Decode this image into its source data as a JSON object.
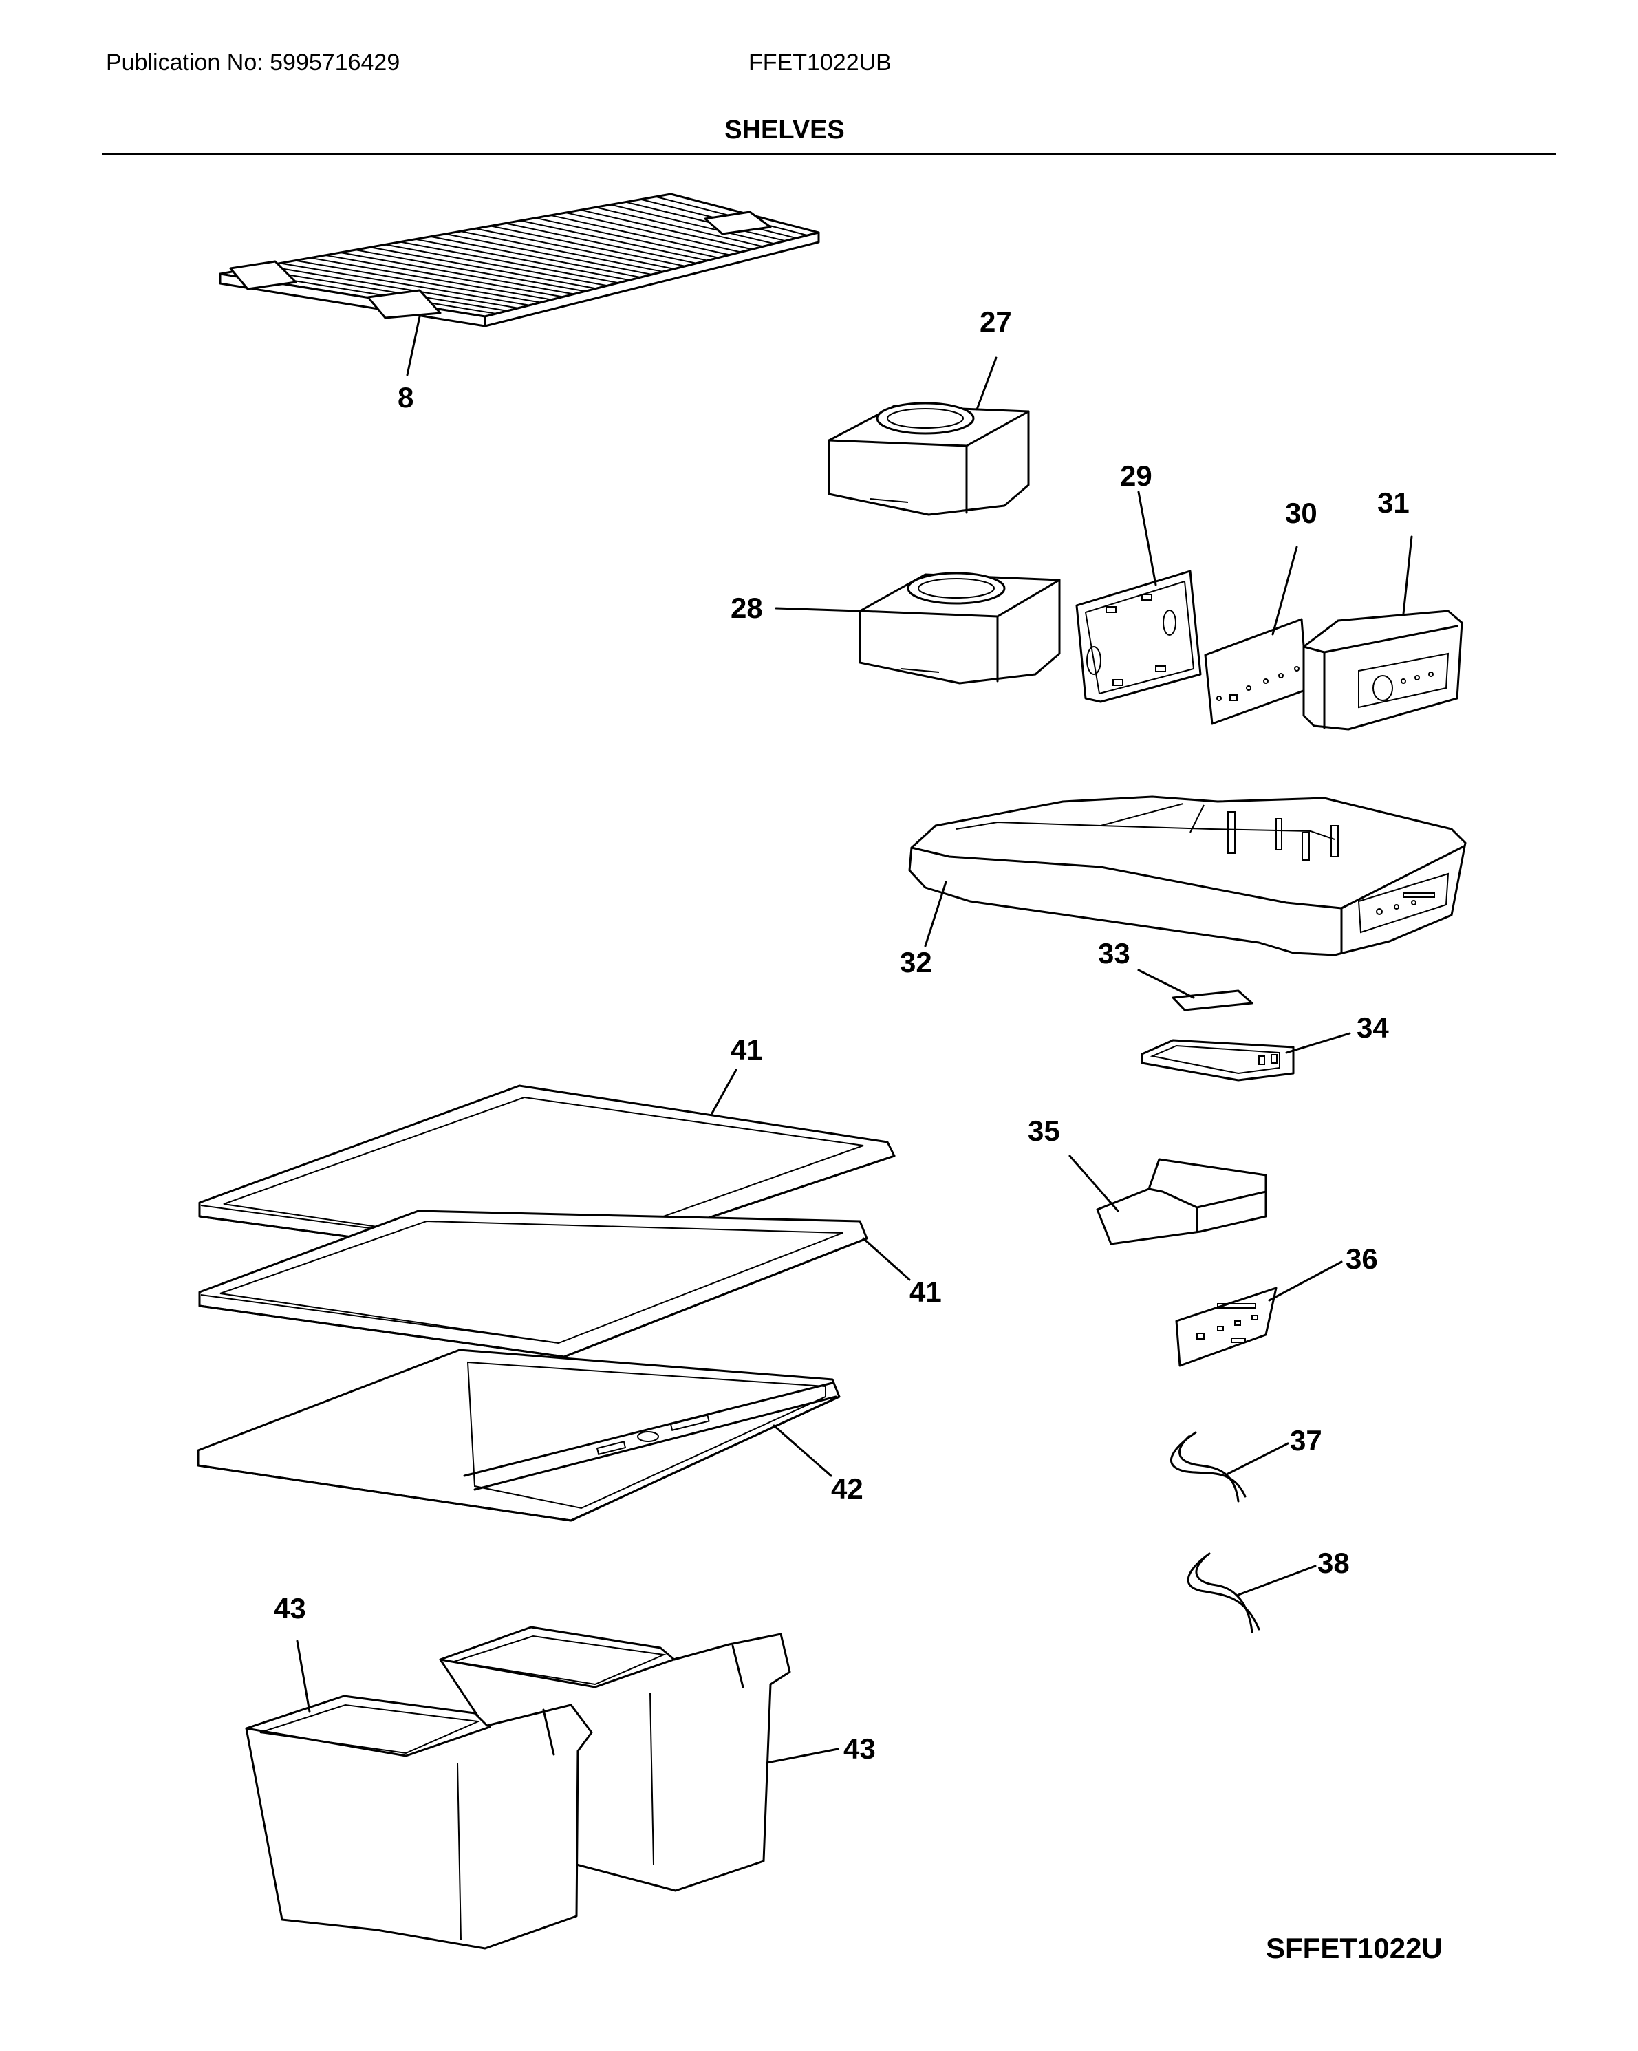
{
  "header": {
    "publication": "Publication No: 5995716429",
    "model": "FFET1022UB",
    "title": "SHELVES"
  },
  "callouts": {
    "c8": "8",
    "c27": "27",
    "c28": "28",
    "c29": "29",
    "c30": "30",
    "c31": "31",
    "c32": "32",
    "c33": "33",
    "c34": "34",
    "c35": "35",
    "c36": "36",
    "c37": "37",
    "c38": "38",
    "c41a": "41",
    "c41b": "41",
    "c42": "42",
    "c43a": "43",
    "c43b": "43"
  },
  "footer": {
    "diagram_code": "SFFET1022U"
  }
}
